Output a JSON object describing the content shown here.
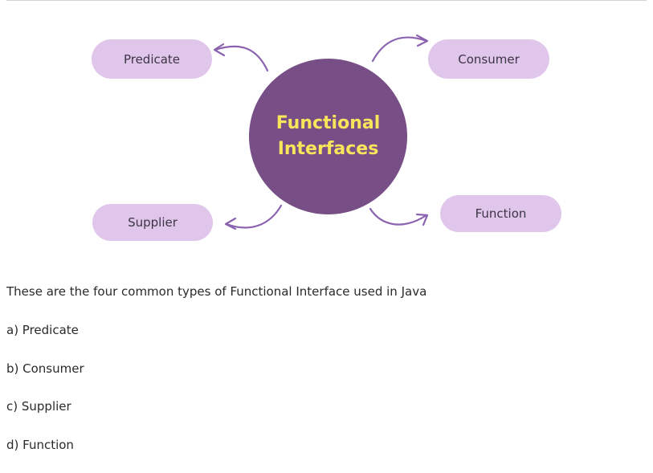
{
  "diagram": {
    "center": {
      "line1": "Functional",
      "line2": "Interfaces"
    },
    "nodes": {
      "predicate": "Predicate",
      "consumer": "Consumer",
      "supplier": "Supplier",
      "function": "Function"
    },
    "colors": {
      "node_fill": "#e1c6ec",
      "center_fill": "#784e86",
      "center_text": "#f9e55b",
      "arrow": "#8a62b0"
    }
  },
  "text": {
    "intro": "These are the four common types of Functional Interface used in Java",
    "items": [
      "a) Predicate",
      "b) Consumer",
      "c) Supplier",
      "d) Function"
    ]
  }
}
